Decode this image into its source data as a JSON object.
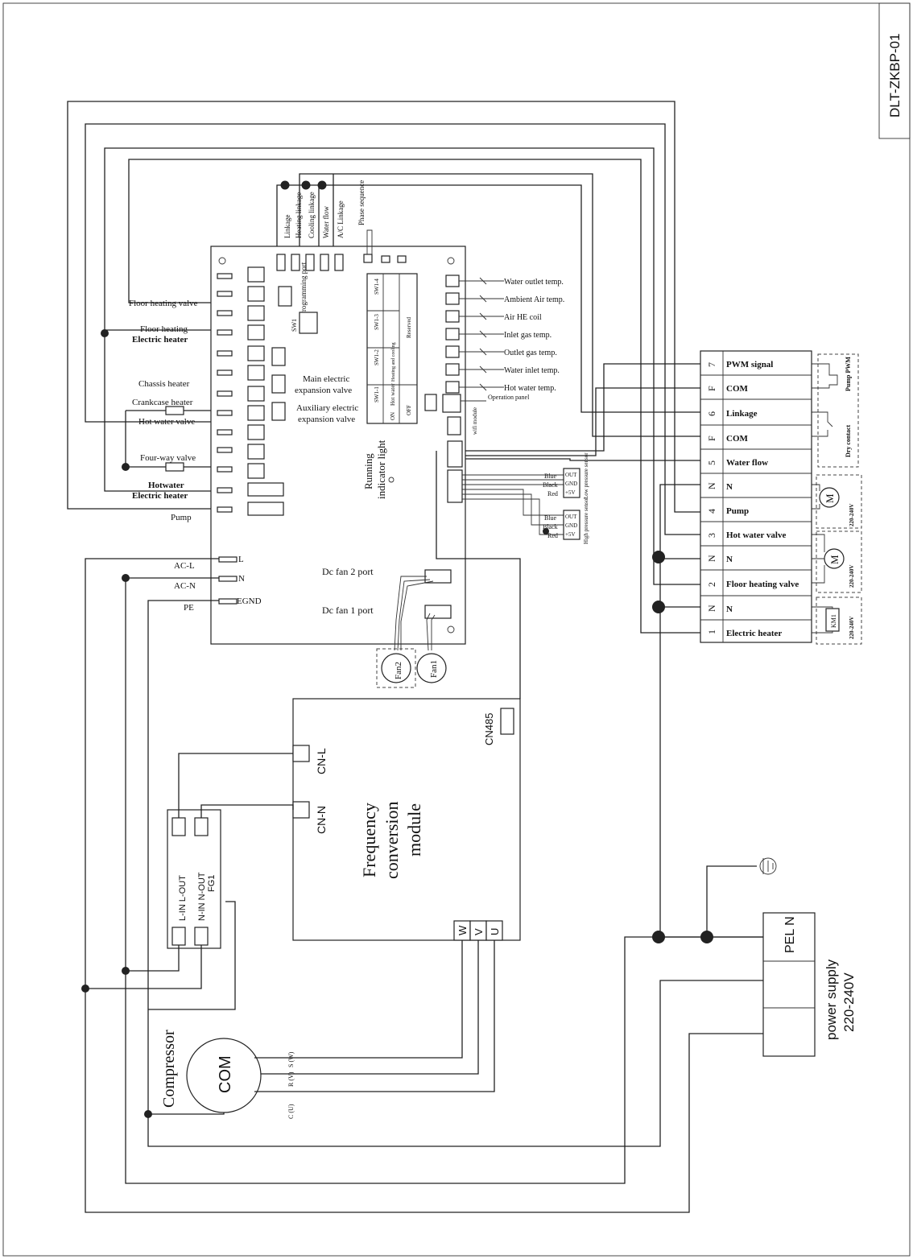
{
  "drawing_id": "DLT-ZKBP-01",
  "left_outputs": {
    "floor_heating_valve": "Floor heating valve",
    "floor_heating_line1": "Floor heating",
    "floor_heating_line2": "Electric heater",
    "chassis_heater": "Chassis heater",
    "crankcase_heater": "Crankcase heater",
    "hot_water_valve": "Hot water valve",
    "four_way_valve": "Four-way valve",
    "hotwater_line1": "Hotwater",
    "hotwater_line2": "Electric heater",
    "pump": "Pump",
    "ac_l": "AC-L",
    "ac_n": "AC-N",
    "pe": "PE"
  },
  "board": {
    "term_l": "L",
    "term_n": "N",
    "term_egnd": "EGND",
    "programming_port": "Programming port",
    "sw1": "SW1",
    "main_eev_line1": "Main electric",
    "main_eev_line2": "expansion valve",
    "aux_eev_line1": "Auxiliary electric",
    "aux_eev_line2": "expansion valve",
    "running_line1": "Running",
    "running_line2": "indicator light",
    "dc_fan2_port": "Dc fan 2 port",
    "dc_fan1_port": "Dc fan 1 port",
    "fan2": "Fan2",
    "fan1": "Fan1",
    "operation_panel": "Operation panel",
    "wifi_module": "wifi module",
    "top_inputs": [
      "Linkage",
      "Heating linkage",
      "Cooling linkage",
      "Water flow",
      "A/C Linkage",
      "Phase sequence"
    ],
    "sensors": [
      "Water outlet temp.",
      "Ambient Air temp.",
      "Air HE coil",
      "Inlet gas temp.",
      "Outlet gas temp.",
      "Water inlet temp.",
      "Hot water temp."
    ],
    "dip_table": {
      "headers": [
        "SW1-1",
        "SW1-2",
        "SW1-3",
        "SW1-4"
      ],
      "row2": [
        "Hot water",
        "Heating and cooling",
        "Reserved"
      ],
      "row3": [
        "ON",
        "OFF"
      ]
    },
    "low_pressure": {
      "title": "Low pressure sensor",
      "wires": [
        "Blue",
        "Black",
        "Red"
      ],
      "pins": [
        "OUT",
        "GND",
        "+5V"
      ]
    },
    "high_pressure": {
      "title": "High pressure sensor",
      "wires": [
        "Blue",
        "Black",
        "Red"
      ],
      "pins": [
        "OUT",
        "GND",
        "+5V"
      ]
    }
  },
  "terminal_block": {
    "rows": [
      {
        "num": "7",
        "label": "PWM signal"
      },
      {
        "num": "F",
        "label": "COM"
      },
      {
        "num": "6",
        "label": "Linkage"
      },
      {
        "num": "F",
        "label": "COM"
      },
      {
        "num": "5",
        "label": "Water flow"
      },
      {
        "num": "N",
        "label": "N"
      },
      {
        "num": "4",
        "label": "Pump"
      },
      {
        "num": "3",
        "label": "Hot water valve"
      },
      {
        "num": "N",
        "label": "N"
      },
      {
        "num": "2",
        "label": "Floor heating valve"
      },
      {
        "num": "N",
        "label": "N"
      },
      {
        "num": "1",
        "label": "Electric heater"
      }
    ],
    "pump_pwm": "Pump PWM",
    "dry_contact": "Dry contact",
    "voltage": "220-240V",
    "km1": "KM1",
    "motor": "M"
  },
  "module": {
    "title_line1": "Frequency",
    "title_line2": "conversion",
    "title_line3": "module",
    "cn485": "CN485",
    "cn_l": "CN-L",
    "cn_n": "CN-N",
    "phases": [
      "W",
      "V",
      "U"
    ]
  },
  "filter": {
    "line1": "L-IN L-OUT",
    "line2": "N-IN N-OUT",
    "name": "FG1"
  },
  "compressor": {
    "label": "Compressor",
    "inner": "COM",
    "terminals": [
      "C (U)",
      "R (V)",
      "S (W)"
    ]
  },
  "power_supply": {
    "terminals": "PEL N",
    "line1": "power supply",
    "line2": "220-240V"
  }
}
